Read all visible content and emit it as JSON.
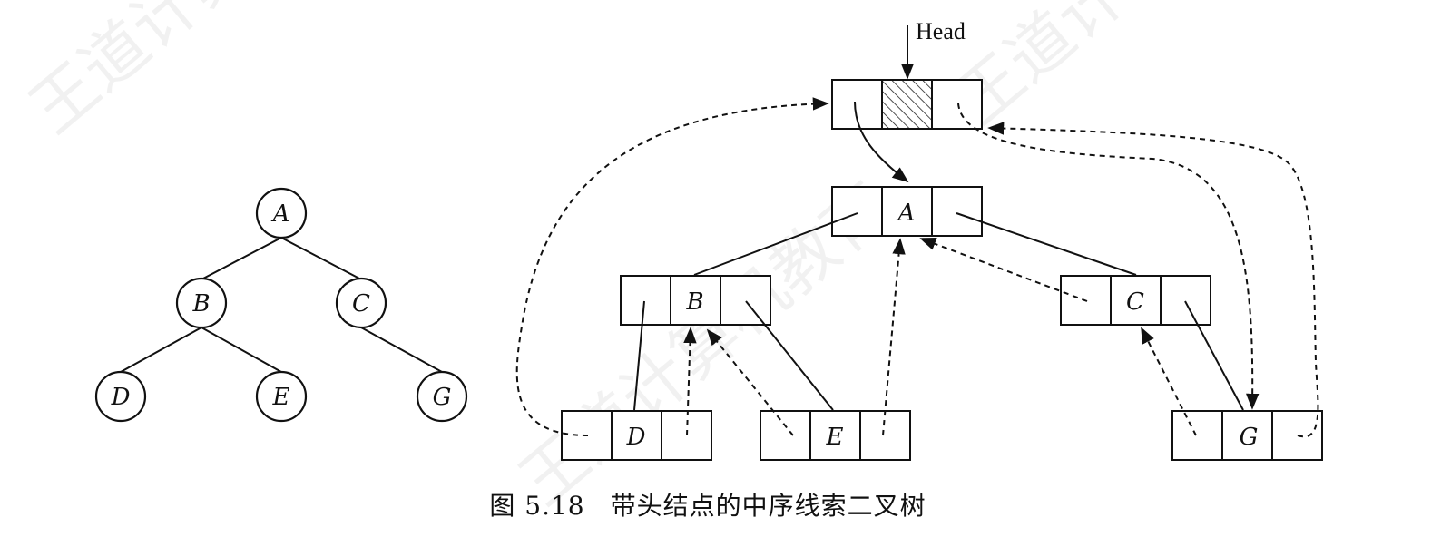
{
  "tree": {
    "nodes": [
      "A",
      "B",
      "C",
      "D",
      "E",
      "G"
    ]
  },
  "threaded": {
    "head_label": "Head",
    "nodes": [
      "A",
      "B",
      "C",
      "D",
      "E",
      "G"
    ]
  },
  "caption": {
    "number": "图 5.18",
    "text": "带头结点的中序线索二叉树"
  },
  "watermark": "王道计算机教育"
}
